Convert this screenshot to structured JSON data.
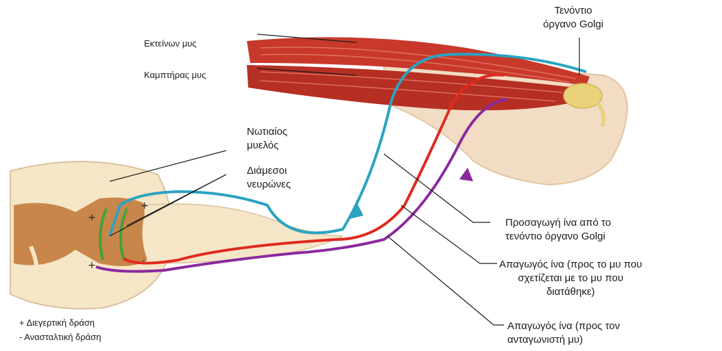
{
  "labels": {
    "golgi_organ": [
      "Τενόντιο",
      "όργανο Golgi"
    ],
    "extensor_muscle": "Εκτείνων μυς",
    "flexor_muscle": "Καμπτήρας μυς",
    "spinal_cord": [
      "Νωτιαίος",
      "μυελός"
    ],
    "interneurons": [
      "Διάμεσοι",
      "νευρώνες"
    ],
    "afferent_fiber": [
      "Προσαγωγή ίνα από το",
      "τενόντιο όργανο Golgi"
    ],
    "efferent_same": [
      "Απαγωγός ίνα (προς το μυ που",
      "σχετίζεται με το μυ που",
      "διατάθηκε)"
    ],
    "efferent_antagonist": [
      "Απαγωγός ίνα (προς τον",
      "ανταγωνιστή μυ)"
    ]
  },
  "legend": {
    "excitatory": "+ Διεγερτική δράση",
    "inhibitory": "- Ανασταλτική δράση"
  },
  "colors": {
    "muscle": "#c8392b",
    "muscle_stripe": "#e8806e",
    "bone": "#f2dcc4",
    "tendon": "#ead27a",
    "gray_matter": "#c9864a",
    "white_matter": "#f6e6c8",
    "afferent": "#2aa3c2",
    "efferent_same": "#e02a1f",
    "efferent_antagonist": "#8a2a9e",
    "interneuron": "#3ea33a"
  }
}
